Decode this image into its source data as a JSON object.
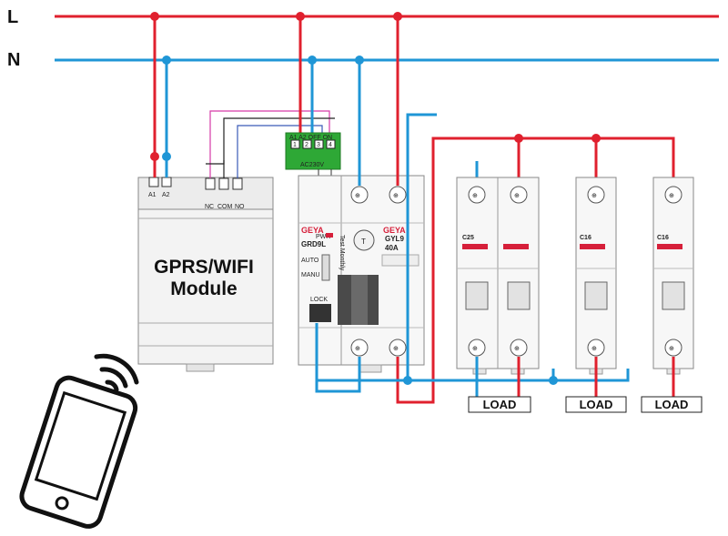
{
  "bus_labels": {
    "live": "L",
    "neutral": "N"
  },
  "colors": {
    "live": "#e0202e",
    "neutral": "#1f96d6",
    "relay_board": "#2ea836",
    "module_wire": "#d63aa8",
    "module_wire_2": "#3a5ab8"
  },
  "gprs_module": {
    "title_line1": "GPRS/WIFI",
    "title_line2": "Module",
    "terminals": {
      "a1": "A1",
      "a2": "A2",
      "nc": "NC",
      "com": "COM",
      "no": "NO"
    }
  },
  "relay_board": {
    "top_labels": "A1 A2 OFF ON",
    "bottom_label": "AC230V",
    "terminals": [
      "1",
      "2",
      "3",
      "4"
    ]
  },
  "recloser": {
    "brand": "GEYA",
    "model": "GRD9L",
    "pwr": "PWR",
    "auto": "AUTO",
    "manu": "MANU",
    "lock": "LOCK"
  },
  "rcbo": {
    "brand": "GEYA",
    "model": "GYL9",
    "rating": "40A",
    "test_label": "T",
    "vertical_text": "Test Monthly"
  },
  "breakers": [
    {
      "rating": "C25"
    },
    {
      "rating": "C16"
    },
    {
      "rating": "C16"
    }
  ],
  "loads": [
    "LOAD",
    "LOAD",
    "LOAD"
  ],
  "phone": {
    "icon": "smartphone-icon",
    "wifi_icon": "wifi-icon"
  }
}
